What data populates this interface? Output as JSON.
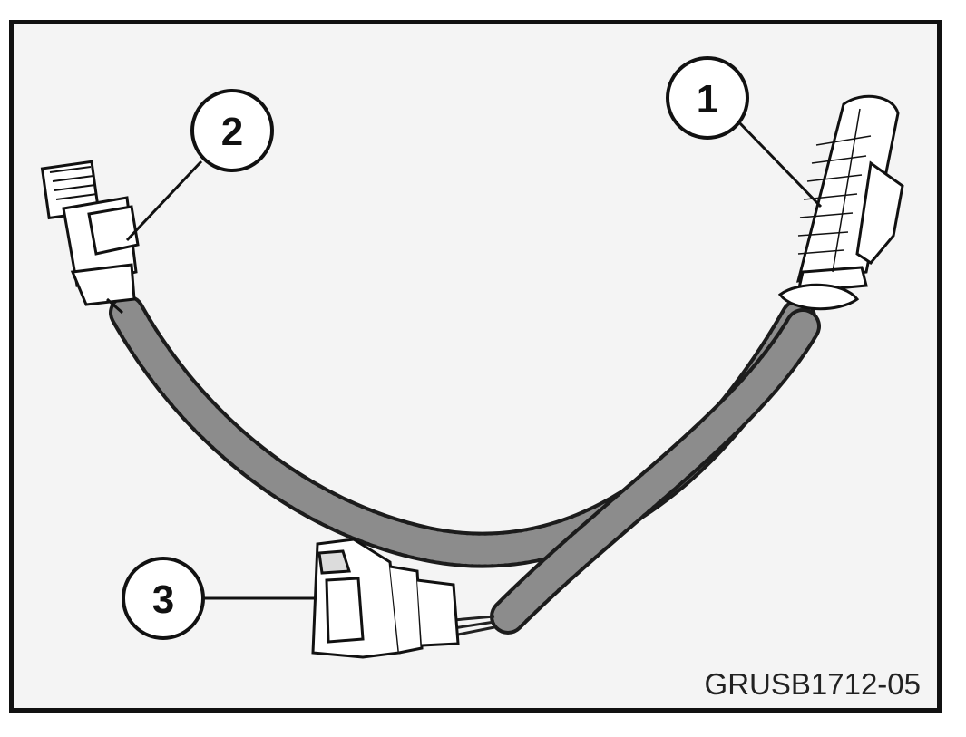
{
  "figure": {
    "id": "GRUSB1712-05",
    "callouts": [
      {
        "label": "1",
        "part": "connector-1"
      },
      {
        "label": "2",
        "part": "connector-2"
      },
      {
        "label": "3",
        "part": "connector-3"
      }
    ],
    "colors": {
      "border": "#111111",
      "background": "#f4f4f4",
      "line": "#2a2a2a",
      "conduit": "#6a6a6a"
    }
  }
}
